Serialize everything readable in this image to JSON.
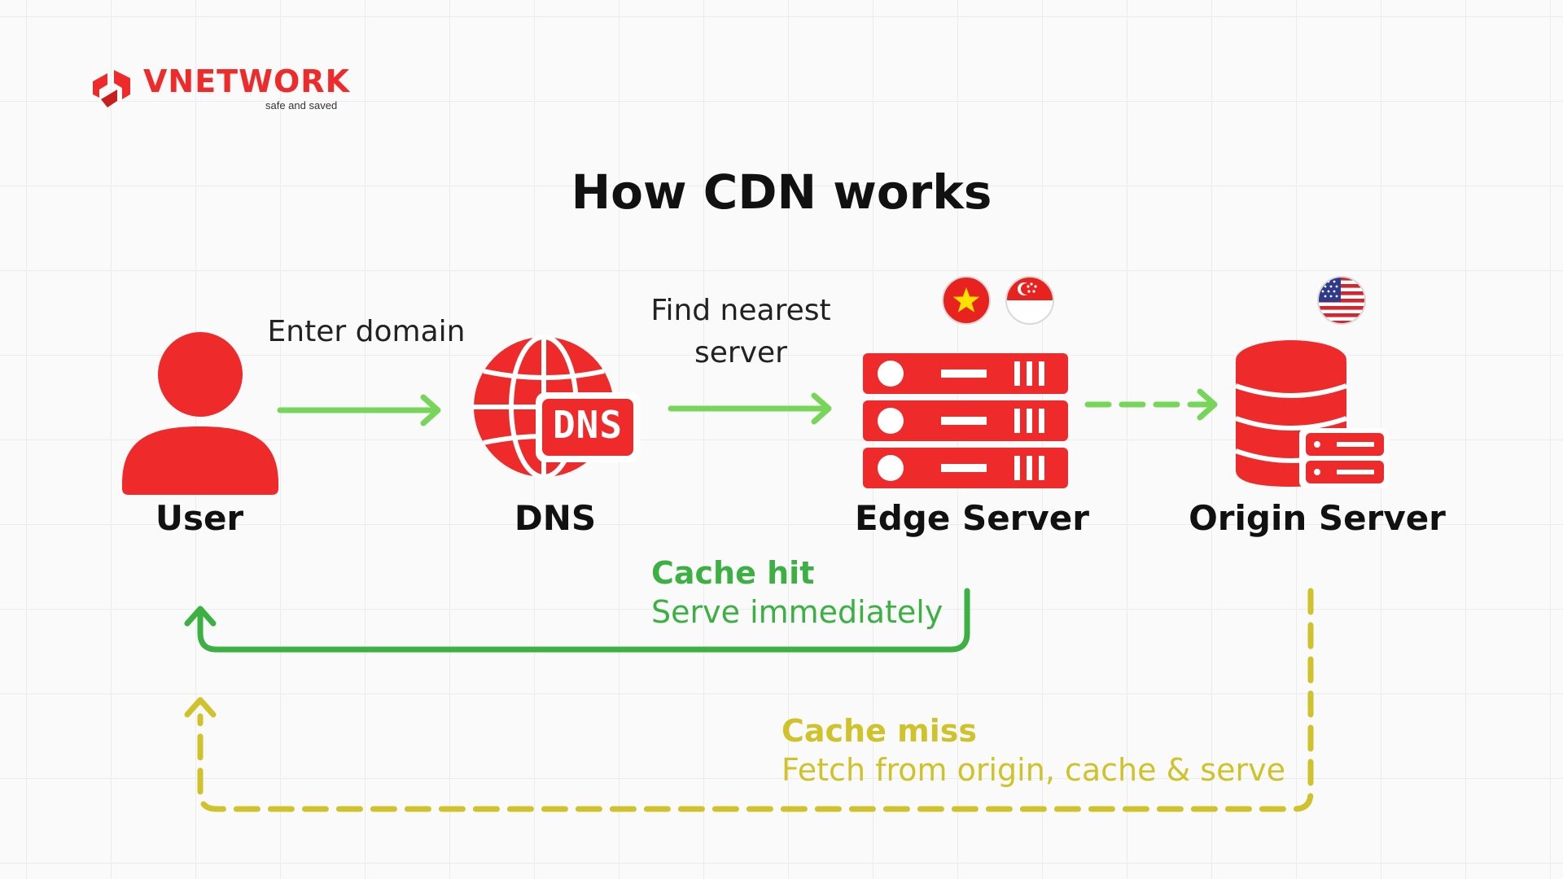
{
  "brand": {
    "name": "VNETWORK",
    "tagline": "safe and saved",
    "color": "#ee2a2a"
  },
  "title": "How CDN works",
  "nodes": {
    "user": "User",
    "dns": "DNS",
    "dns_icon_text": "DNS",
    "edge": "Edge Server",
    "origin": "Origin Server"
  },
  "steps": {
    "enter_domain": "Enter domain",
    "find_nearest_line1": "Find nearest",
    "find_nearest_line2": "server"
  },
  "flags": {
    "edge": [
      "vietnam-flag-icon",
      "singapore-flag-icon"
    ],
    "origin": [
      "usa-flag-icon"
    ]
  },
  "paths": {
    "cache_hit": {
      "title": "Cache hit",
      "subtitle": "Serve immediately",
      "color": "#3cb043"
    },
    "cache_miss": {
      "title": "Cache miss",
      "subtitle": "Fetch from origin, cache & serve",
      "color": "#cfc22a"
    }
  },
  "colors": {
    "icon_red": "#ee2a2a",
    "arrow_green": "#77d65a"
  }
}
